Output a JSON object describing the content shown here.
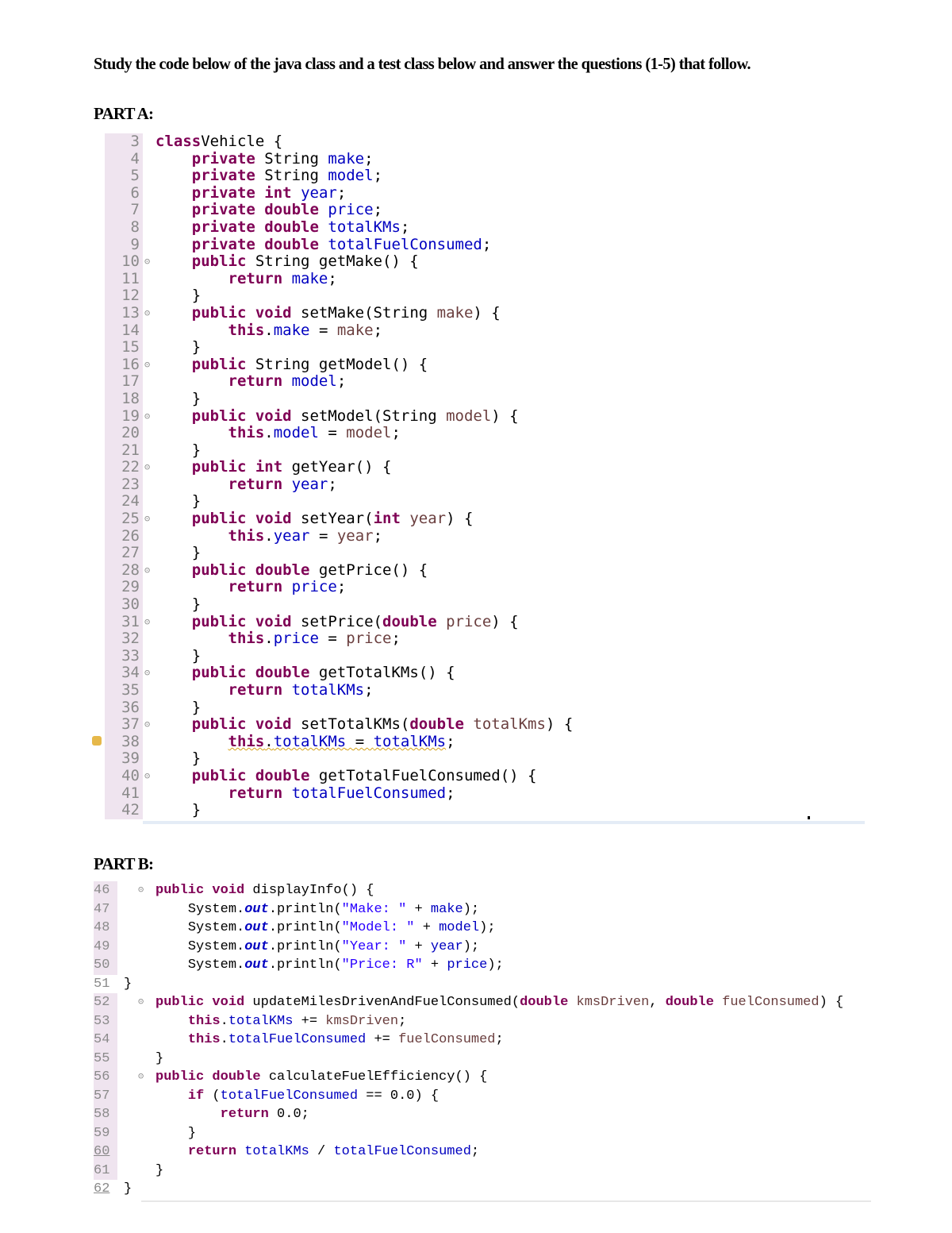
{
  "document": {
    "intro": "Study the code below of the java class and a test class below and answer the questions (1-5) that follow.",
    "part_a_heading": "PART A:",
    "part_b_heading": "PART B:"
  },
  "part_a": {
    "lines": [
      {
        "num": "3",
        "fold": false,
        "indent": "",
        "tokens": [
          [
            "kw",
            "class"
          ],
          [
            "",
            "Vehicle {"
          ]
        ]
      },
      {
        "num": "4",
        "fold": false,
        "indent": "    ",
        "tokens": [
          [
            "kw",
            "private"
          ],
          [
            "",
            " String "
          ],
          [
            "fld",
            "make"
          ],
          [
            "",
            ";"
          ]
        ]
      },
      {
        "num": "5",
        "fold": false,
        "indent": "    ",
        "tokens": [
          [
            "kw",
            "private"
          ],
          [
            "",
            " String "
          ],
          [
            "fld",
            "model"
          ],
          [
            "",
            ";"
          ]
        ]
      },
      {
        "num": "6",
        "fold": false,
        "indent": "    ",
        "tokens": [
          [
            "kw",
            "private int"
          ],
          [
            "",
            " "
          ],
          [
            "fld",
            "year"
          ],
          [
            "",
            ";"
          ]
        ]
      },
      {
        "num": "7",
        "fold": false,
        "indent": "    ",
        "tokens": [
          [
            "kw",
            "private double"
          ],
          [
            "",
            " "
          ],
          [
            "fld",
            "price"
          ],
          [
            "",
            ";"
          ]
        ]
      },
      {
        "num": "8",
        "fold": false,
        "indent": "    ",
        "tokens": [
          [
            "kw",
            "private double"
          ],
          [
            "",
            " "
          ],
          [
            "fld",
            "totalKMs"
          ],
          [
            "",
            ";"
          ]
        ]
      },
      {
        "num": "9",
        "fold": false,
        "indent": "    ",
        "tokens": [
          [
            "kw",
            "private double"
          ],
          [
            "",
            " "
          ],
          [
            "fld",
            "totalFuelConsumed"
          ],
          [
            "",
            ";"
          ]
        ]
      },
      {
        "num": "10",
        "fold": true,
        "indent": "    ",
        "tokens": [
          [
            "kw",
            "public"
          ],
          [
            "",
            " String getMake() {"
          ]
        ]
      },
      {
        "num": "11",
        "fold": false,
        "indent": "        ",
        "tokens": [
          [
            "kw",
            "return"
          ],
          [
            "",
            " "
          ],
          [
            "fld",
            "make"
          ],
          [
            "",
            ";"
          ]
        ]
      },
      {
        "num": "12",
        "fold": false,
        "indent": "    ",
        "tokens": [
          [
            "",
            "}"
          ]
        ]
      },
      {
        "num": "13",
        "fold": true,
        "indent": "    ",
        "tokens": [
          [
            "kw",
            "public void"
          ],
          [
            "",
            " setMake(String "
          ],
          [
            "param",
            "make"
          ],
          [
            "",
            ") {"
          ]
        ]
      },
      {
        "num": "14",
        "fold": false,
        "indent": "        ",
        "tokens": [
          [
            "kw",
            "this"
          ],
          [
            "",
            "."
          ],
          [
            "fld",
            "make"
          ],
          [
            "",
            " = "
          ],
          [
            "param",
            "make"
          ],
          [
            "",
            ";"
          ]
        ]
      },
      {
        "num": "15",
        "fold": false,
        "indent": "    ",
        "tokens": [
          [
            "",
            "}"
          ]
        ]
      },
      {
        "num": "16",
        "fold": true,
        "indent": "    ",
        "tokens": [
          [
            "kw",
            "public"
          ],
          [
            "",
            " String getModel() {"
          ]
        ]
      },
      {
        "num": "17",
        "fold": false,
        "indent": "        ",
        "tokens": [
          [
            "kw",
            "return"
          ],
          [
            "",
            " "
          ],
          [
            "fld",
            "model"
          ],
          [
            "",
            ";"
          ]
        ]
      },
      {
        "num": "18",
        "fold": false,
        "indent": "    ",
        "tokens": [
          [
            "",
            "}"
          ]
        ]
      },
      {
        "num": "19",
        "fold": true,
        "indent": "    ",
        "tokens": [
          [
            "kw",
            "public void"
          ],
          [
            "",
            " setModel(String "
          ],
          [
            "param",
            "model"
          ],
          [
            "",
            ") {"
          ]
        ]
      },
      {
        "num": "20",
        "fold": false,
        "indent": "        ",
        "tokens": [
          [
            "kw",
            "this"
          ],
          [
            "",
            "."
          ],
          [
            "fld",
            "model"
          ],
          [
            "",
            " = "
          ],
          [
            "param",
            "model"
          ],
          [
            "",
            ";"
          ]
        ]
      },
      {
        "num": "21",
        "fold": false,
        "indent": "    ",
        "tokens": [
          [
            "",
            "}"
          ]
        ]
      },
      {
        "num": "22",
        "fold": true,
        "indent": "    ",
        "tokens": [
          [
            "kw",
            "public int"
          ],
          [
            "",
            " getYear() {"
          ]
        ]
      },
      {
        "num": "23",
        "fold": false,
        "indent": "        ",
        "tokens": [
          [
            "kw",
            "return"
          ],
          [
            "",
            " "
          ],
          [
            "fld",
            "year"
          ],
          [
            "",
            ";"
          ]
        ]
      },
      {
        "num": "24",
        "fold": false,
        "indent": "    ",
        "tokens": [
          [
            "",
            "}"
          ]
        ]
      },
      {
        "num": "25",
        "fold": true,
        "indent": "    ",
        "tokens": [
          [
            "kw",
            "public void"
          ],
          [
            "",
            " setYear("
          ],
          [
            "kw",
            "int"
          ],
          [
            "",
            " "
          ],
          [
            "param",
            "year"
          ],
          [
            "",
            ") {"
          ]
        ]
      },
      {
        "num": "26",
        "fold": false,
        "indent": "        ",
        "tokens": [
          [
            "kw",
            "this"
          ],
          [
            "",
            "."
          ],
          [
            "fld",
            "year"
          ],
          [
            "",
            " = "
          ],
          [
            "param",
            "year"
          ],
          [
            "",
            ";"
          ]
        ]
      },
      {
        "num": "27",
        "fold": false,
        "indent": "    ",
        "tokens": [
          [
            "",
            "}"
          ]
        ]
      },
      {
        "num": "28",
        "fold": true,
        "indent": "    ",
        "tokens": [
          [
            "kw",
            "public double"
          ],
          [
            "",
            " getPrice() {"
          ]
        ]
      },
      {
        "num": "29",
        "fold": false,
        "indent": "        ",
        "tokens": [
          [
            "kw",
            "return"
          ],
          [
            "",
            " "
          ],
          [
            "fld",
            "price"
          ],
          [
            "",
            ";"
          ]
        ]
      },
      {
        "num": "30",
        "fold": false,
        "indent": "    ",
        "tokens": [
          [
            "",
            "}"
          ]
        ]
      },
      {
        "num": "31",
        "fold": true,
        "indent": "    ",
        "tokens": [
          [
            "kw",
            "public void"
          ],
          [
            "",
            " setPrice("
          ],
          [
            "kw",
            "double"
          ],
          [
            "",
            " "
          ],
          [
            "param",
            "price"
          ],
          [
            "",
            ") {"
          ]
        ]
      },
      {
        "num": "32",
        "fold": false,
        "indent": "        ",
        "tokens": [
          [
            "kw",
            "this"
          ],
          [
            "",
            "."
          ],
          [
            "fld",
            "price"
          ],
          [
            "",
            " = "
          ],
          [
            "param",
            "price"
          ],
          [
            "",
            ";"
          ]
        ]
      },
      {
        "num": "33",
        "fold": false,
        "indent": "    ",
        "tokens": [
          [
            "",
            "}"
          ]
        ]
      },
      {
        "num": "34",
        "fold": true,
        "indent": "    ",
        "tokens": [
          [
            "kw",
            "public double"
          ],
          [
            "",
            " getTotalKMs() {"
          ]
        ]
      },
      {
        "num": "35",
        "fold": false,
        "indent": "        ",
        "tokens": [
          [
            "kw",
            "return"
          ],
          [
            "",
            " "
          ],
          [
            "fld",
            "totalKMs"
          ],
          [
            "",
            ";"
          ]
        ]
      },
      {
        "num": "36",
        "fold": false,
        "indent": "    ",
        "tokens": [
          [
            "",
            "}"
          ]
        ]
      },
      {
        "num": "37",
        "fold": true,
        "indent": "    ",
        "tokens": [
          [
            "kw",
            "public void"
          ],
          [
            "",
            " setTotalKMs("
          ],
          [
            "kw",
            "double"
          ],
          [
            "",
            " "
          ],
          [
            "param",
            "totalKms"
          ],
          [
            "",
            ") {"
          ]
        ]
      },
      {
        "num": "38",
        "fold": false,
        "warning": true,
        "indent": "        ",
        "tokens": [
          [
            "kw squiggle",
            "this"
          ],
          [
            "squiggle",
            "."
          ],
          [
            "fld squiggle",
            "totalKMs"
          ],
          [
            "squiggle",
            " = "
          ],
          [
            "fld squiggle",
            "totalKMs"
          ],
          [
            "",
            ";"
          ]
        ]
      },
      {
        "num": "39",
        "fold": false,
        "indent": "    ",
        "tokens": [
          [
            "",
            "}"
          ]
        ]
      },
      {
        "num": "40",
        "fold": true,
        "indent": "    ",
        "tokens": [
          [
            "kw",
            "public double"
          ],
          [
            "",
            " getTotalFuelConsumed() {"
          ]
        ]
      },
      {
        "num": "41",
        "fold": false,
        "indent": "        ",
        "tokens": [
          [
            "kw",
            "return"
          ],
          [
            "",
            " "
          ],
          [
            "fld",
            "totalFuelConsumed"
          ],
          [
            "",
            ";"
          ]
        ]
      },
      {
        "num": "42",
        "fold": false,
        "indent": "    ",
        "tokens": [
          [
            "",
            "}"
          ]
        ]
      }
    ]
  },
  "part_b": {
    "lines": [
      {
        "num": "46",
        "fold": true,
        "indent": "",
        "tokens": [
          [
            "kw",
            "public void"
          ],
          [
            "",
            " displayInfo() {"
          ]
        ]
      },
      {
        "num": "47",
        "fold": false,
        "indent": "    ",
        "tokens": [
          [
            "",
            "System."
          ],
          [
            "static",
            "out"
          ],
          [
            "",
            ".println("
          ],
          [
            "str",
            "\"Make: \""
          ],
          [
            "",
            " + "
          ],
          [
            "fld",
            "make"
          ],
          [
            "",
            ");"
          ]
        ]
      },
      {
        "num": "48",
        "fold": false,
        "indent": "    ",
        "tokens": [
          [
            "",
            "System."
          ],
          [
            "static",
            "out"
          ],
          [
            "",
            ".println("
          ],
          [
            "str",
            "\"Model: \""
          ],
          [
            "",
            " + "
          ],
          [
            "fld",
            "model"
          ],
          [
            "",
            ");"
          ]
        ]
      },
      {
        "num": "49",
        "fold": false,
        "indent": "    ",
        "tokens": [
          [
            "",
            "System."
          ],
          [
            "static",
            "out"
          ],
          [
            "",
            ".println("
          ],
          [
            "str",
            "\"Year: \""
          ],
          [
            "",
            " + "
          ],
          [
            "fld",
            "year"
          ],
          [
            "",
            ");"
          ]
        ]
      },
      {
        "num": "50",
        "fold": false,
        "indent": "    ",
        "tokens": [
          [
            "",
            "System."
          ],
          [
            "static",
            "out"
          ],
          [
            "",
            ".println("
          ],
          [
            "str",
            "\"Price: R\""
          ],
          [
            "",
            " + "
          ],
          [
            "fld",
            "price"
          ],
          [
            "",
            ");"
          ]
        ]
      },
      {
        "num": "51",
        "fold": false,
        "outdent": true,
        "indent": "",
        "tokens": [
          [
            "",
            "}"
          ]
        ]
      },
      {
        "num": "52",
        "fold": true,
        "indent": "",
        "tokens": [
          [
            "kw",
            "public void"
          ],
          [
            "",
            " updateMilesDrivenAndFuelConsumed("
          ],
          [
            "kw",
            "double"
          ],
          [
            "",
            " "
          ],
          [
            "param",
            "kmsDriven"
          ],
          [
            "",
            ", "
          ],
          [
            "kw",
            "double"
          ],
          [
            "",
            " "
          ],
          [
            "param",
            "fuelConsumed"
          ],
          [
            "",
            ") {"
          ]
        ]
      },
      {
        "num": "53",
        "fold": false,
        "indent": "    ",
        "tokens": [
          [
            "kw",
            "this"
          ],
          [
            "",
            "."
          ],
          [
            "fld",
            "totalKMs"
          ],
          [
            "",
            " += "
          ],
          [
            "param",
            "kmsDriven"
          ],
          [
            "",
            ";"
          ]
        ]
      },
      {
        "num": "54",
        "fold": false,
        "indent": "    ",
        "tokens": [
          [
            "kw",
            "this"
          ],
          [
            "",
            "."
          ],
          [
            "fld",
            "totalFuelConsumed"
          ],
          [
            "",
            " += "
          ],
          [
            "param",
            "fuelConsumed"
          ],
          [
            "",
            ";"
          ]
        ]
      },
      {
        "num": "55",
        "fold": false,
        "indent": "",
        "tokens": [
          [
            "",
            "}"
          ]
        ]
      },
      {
        "num": "56",
        "fold": true,
        "indent": "",
        "tokens": [
          [
            "kw",
            "public double"
          ],
          [
            "",
            " calculateFuelEfficiency() {"
          ]
        ]
      },
      {
        "num": "57",
        "fold": false,
        "indent": "    ",
        "tokens": [
          [
            "kw",
            "if"
          ],
          [
            "",
            " ("
          ],
          [
            "fld",
            "totalFuelConsumed"
          ],
          [
            "",
            " == 0.0) {"
          ]
        ]
      },
      {
        "num": "58",
        "fold": false,
        "indent": "        ",
        "tokens": [
          [
            "kw",
            "return"
          ],
          [
            "",
            " 0.0;"
          ]
        ]
      },
      {
        "num": "59",
        "fold": false,
        "indent": "    ",
        "tokens": [
          [
            "",
            "}"
          ]
        ]
      },
      {
        "num": "60",
        "fold": false,
        "underline": true,
        "indent": "    ",
        "tokens": [
          [
            "kw",
            "return"
          ],
          [
            "",
            " "
          ],
          [
            "fld",
            "totalKMs"
          ],
          [
            "",
            " / "
          ],
          [
            "fld",
            "totalFuelConsumed"
          ],
          [
            "",
            ";"
          ]
        ]
      },
      {
        "num": "61",
        "fold": false,
        "indent": "",
        "tokens": [
          [
            "",
            "}"
          ]
        ]
      },
      {
        "num": "62",
        "fold": false,
        "outdent": true,
        "underline": true,
        "indent": "",
        "tokens": [
          [
            "",
            "}"
          ]
        ]
      }
    ]
  }
}
